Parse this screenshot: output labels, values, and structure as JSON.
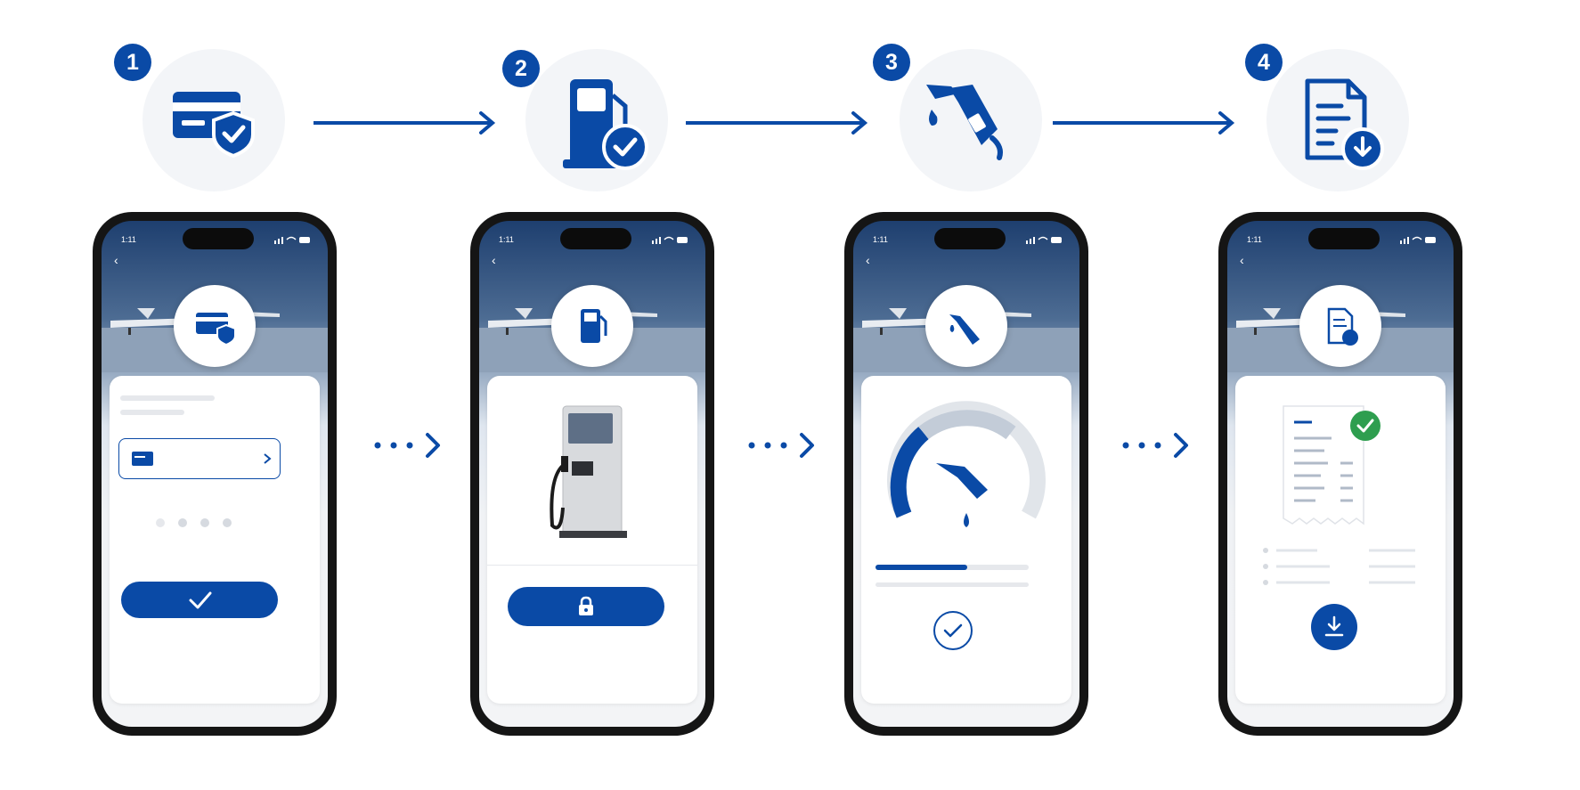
{
  "colors": {
    "primary": "#0a4aa6",
    "accent_green": "#2e9e4f",
    "light_bg": "#f3f5f8"
  },
  "steps": [
    {
      "number": "1",
      "icon": "credit-card-shield-icon",
      "screen": {
        "time": "1:11",
        "content": "payment-method-selection"
      }
    },
    {
      "number": "2",
      "icon": "fuel-pump-check-icon",
      "screen": {
        "time": "1:11",
        "content": "pump-authorization"
      }
    },
    {
      "number": "3",
      "icon": "fuel-nozzle-icon",
      "screen": {
        "time": "1:11",
        "content": "fueling-gauge"
      }
    },
    {
      "number": "4",
      "icon": "receipt-download-icon",
      "screen": {
        "time": "1:11",
        "content": "receipt"
      }
    }
  ]
}
